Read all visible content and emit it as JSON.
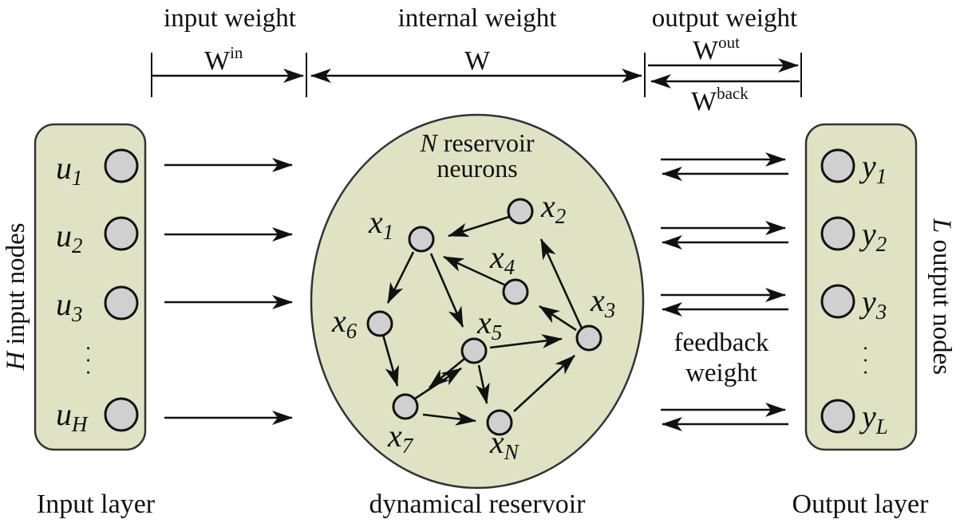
{
  "headers": {
    "input_weight": "input weight",
    "internal_weight": "internal weight",
    "output_weight": "output weight"
  },
  "weights": {
    "w_in_base": "W",
    "w_in_sup": "in",
    "w": "W",
    "w_out_base": "W",
    "w_out_sup": "out",
    "w_back_base": "W",
    "w_back_sup": "back"
  },
  "input_layer": {
    "side_label_italic": "H",
    "side_label_rest": " input nodes",
    "nodes": [
      {
        "base": "u",
        "sub": "1"
      },
      {
        "base": "u",
        "sub": "2"
      },
      {
        "base": "u",
        "sub": "3"
      },
      {
        "base": "u",
        "sub": "H"
      }
    ],
    "caption": "Input layer"
  },
  "reservoir": {
    "title_italic": "N",
    "title_rest": " reservoir",
    "title_line2": "neurons",
    "nodes": [
      {
        "base": "x",
        "sub": "1"
      },
      {
        "base": "x",
        "sub": "2"
      },
      {
        "base": "x",
        "sub": "4"
      },
      {
        "base": "x",
        "sub": "3"
      },
      {
        "base": "x",
        "sub": "6"
      },
      {
        "base": "x",
        "sub": "5"
      },
      {
        "base": "x",
        "sub": "7"
      },
      {
        "base": "x",
        "sub": "N"
      }
    ],
    "caption": "dynamical reservoir"
  },
  "output_layer": {
    "side_label_italic": "L",
    "side_label_rest": " output nodes",
    "nodes": [
      {
        "base": "y",
        "sub": "1"
      },
      {
        "base": "y",
        "sub": "2"
      },
      {
        "base": "y",
        "sub": "3"
      },
      {
        "base": "y",
        "sub": "L"
      }
    ],
    "caption": "Output layer"
  },
  "feedback": {
    "line1": "feedback",
    "line2": "weight"
  },
  "ellipsis": "·  ·  ·",
  "colors": {
    "panel_fill": "#dfe3c3",
    "node_fill": "#d0d0d0",
    "stroke": "#111111"
  }
}
